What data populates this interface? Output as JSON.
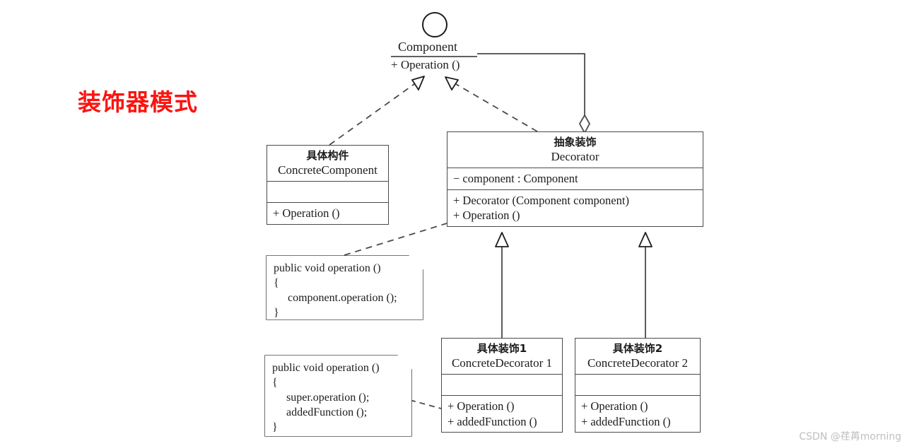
{
  "page": {
    "title_cn": "装饰器模式",
    "title_color": "#fb1410",
    "background": "#ffffff",
    "line_color": "#4a4a4a",
    "watermark": "CSDN @荏苒morning"
  },
  "diagram": {
    "type": "uml-class-diagram",
    "pattern": "Decorator",
    "interface": {
      "icon": "lollipop-circle",
      "name": "Component",
      "operations": [
        "+ Operation ()"
      ]
    },
    "classes": [
      {
        "id": "concrete-component",
        "name_cn": "具体构件",
        "name_en": "ConcreteComponent",
        "attributes": [],
        "operations": [
          "+ Operation ()"
        ]
      },
      {
        "id": "decorator",
        "name_cn": "抽象装饰",
        "name_en": "Decorator",
        "attributes": [
          "− component : Component"
        ],
        "operations": [
          "+ Decorator (Component component)",
          "+ Operation ()"
        ]
      },
      {
        "id": "concrete-decorator-1",
        "name_cn": "具体装饰1",
        "name_en": "ConcreteDecorator  1",
        "attributes": [],
        "operations": [
          "+ Operation ()",
          "+ addedFunction ()"
        ]
      },
      {
        "id": "concrete-decorator-2",
        "name_cn": "具体装饰2",
        "name_en": "ConcreteDecorator  2",
        "attributes": [],
        "operations": [
          "+ Operation ()",
          "+ addedFunction ()"
        ]
      }
    ],
    "notes": [
      {
        "id": "note-decorator-operation",
        "lines": [
          "public void operation ()",
          "{",
          "component.operation ();",
          "}"
        ]
      },
      {
        "id": "note-concrete-decorator-operation",
        "lines": [
          "public void operation ()",
          "{",
          "super.operation ();",
          "addedFunction ();",
          "}"
        ]
      }
    ],
    "relationships": [
      {
        "kind": "realization",
        "from": "ConcreteComponent",
        "to": "Component",
        "style": "dashed-hollow-triangle"
      },
      {
        "kind": "realization",
        "from": "Decorator",
        "to": "Component",
        "style": "dashed-hollow-triangle"
      },
      {
        "kind": "aggregation",
        "from": "Decorator",
        "to": "Component",
        "style": "solid-hollow-diamond"
      },
      {
        "kind": "generalization",
        "from": "ConcreteDecorator 1",
        "to": "Decorator",
        "style": "solid-hollow-triangle"
      },
      {
        "kind": "generalization",
        "from": "ConcreteDecorator 2",
        "to": "Decorator",
        "style": "solid-hollow-triangle"
      },
      {
        "kind": "note-link",
        "from": "note-decorator-operation",
        "to": "Decorator",
        "style": "dashed"
      },
      {
        "kind": "note-link",
        "from": "note-concrete-decorator-operation",
        "to": "ConcreteDecorator 1",
        "style": "dashed"
      }
    ]
  }
}
